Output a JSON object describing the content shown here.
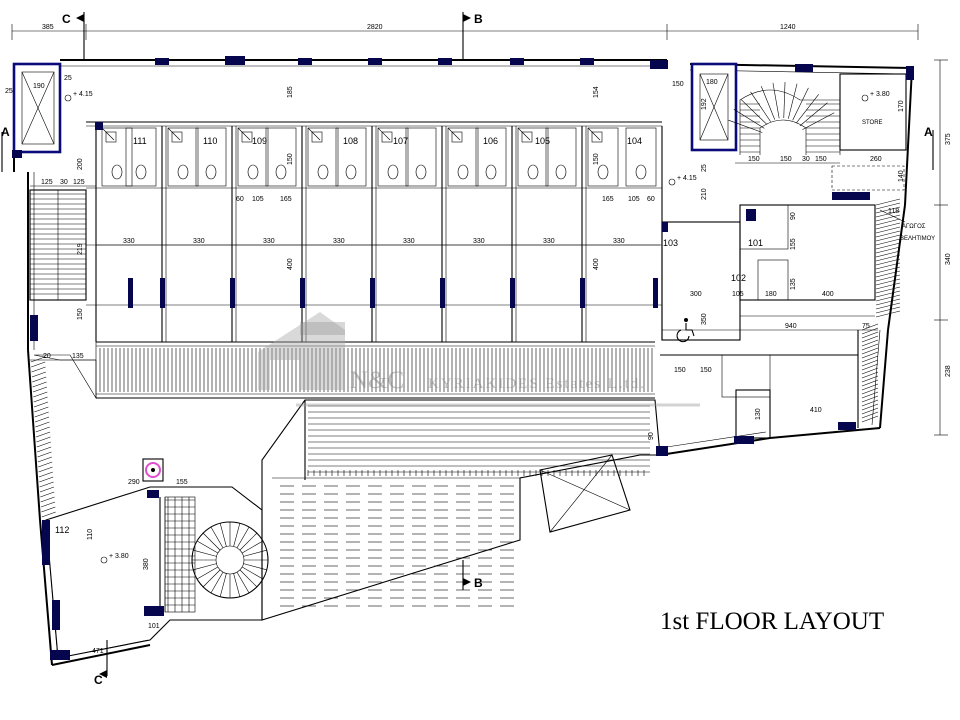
{
  "title": "1st FLOOR LAYOUT",
  "watermark": {
    "brand": "N&C",
    "name": "KYRIAKIDES Estates L.td."
  },
  "section_markers": {
    "a": "A",
    "b": "B",
    "c": "C"
  },
  "rooms": {
    "r111": "111",
    "r110": "110",
    "r109": "109",
    "r108": "108",
    "r107": "107",
    "r106": "106",
    "r105": "105",
    "r104": "104",
    "r103": "103",
    "r101": "101",
    "r102": "102",
    "r112": "112",
    "store": "STORE"
  },
  "labels": {
    "duct_line1": "ΑΓΩΓΟΣ",
    "duct_line2": "ΒΕΛΗΤΙΜΟΥ"
  },
  "levels": {
    "lv_a": "+ 4.15",
    "lv_b": "+ 4.15",
    "lv_c": "+ 3.80",
    "lv_d": "+ 3.80"
  },
  "dimensions": {
    "top_left": "385",
    "top_mid": "2820",
    "top_right": "1240",
    "d330": "330",
    "d400": "400",
    "d300": "300",
    "d940": "940",
    "d410": "410",
    "d350": "350",
    "d380": "380",
    "d260": "260",
    "d155": "155",
    "d150": "150",
    "d180": "180",
    "d105": "105",
    "d165": "165",
    "d60": "60",
    "d125": "125",
    "d30": "30",
    "d219": "219",
    "d200": "200",
    "d185": "185",
    "d154": "154",
    "d192": "192",
    "d170": "170",
    "d210": "210",
    "d135": "135",
    "d118": "118",
    "d471": "471",
    "d101": "101",
    "d110": "110",
    "d75": "75",
    "d25": "25",
    "d238": "238",
    "d340": "340",
    "d375": "375",
    "d290": "290",
    "d90": "90",
    "d20": "20",
    "d140": "140",
    "d190": "190",
    "d130": "130"
  }
}
